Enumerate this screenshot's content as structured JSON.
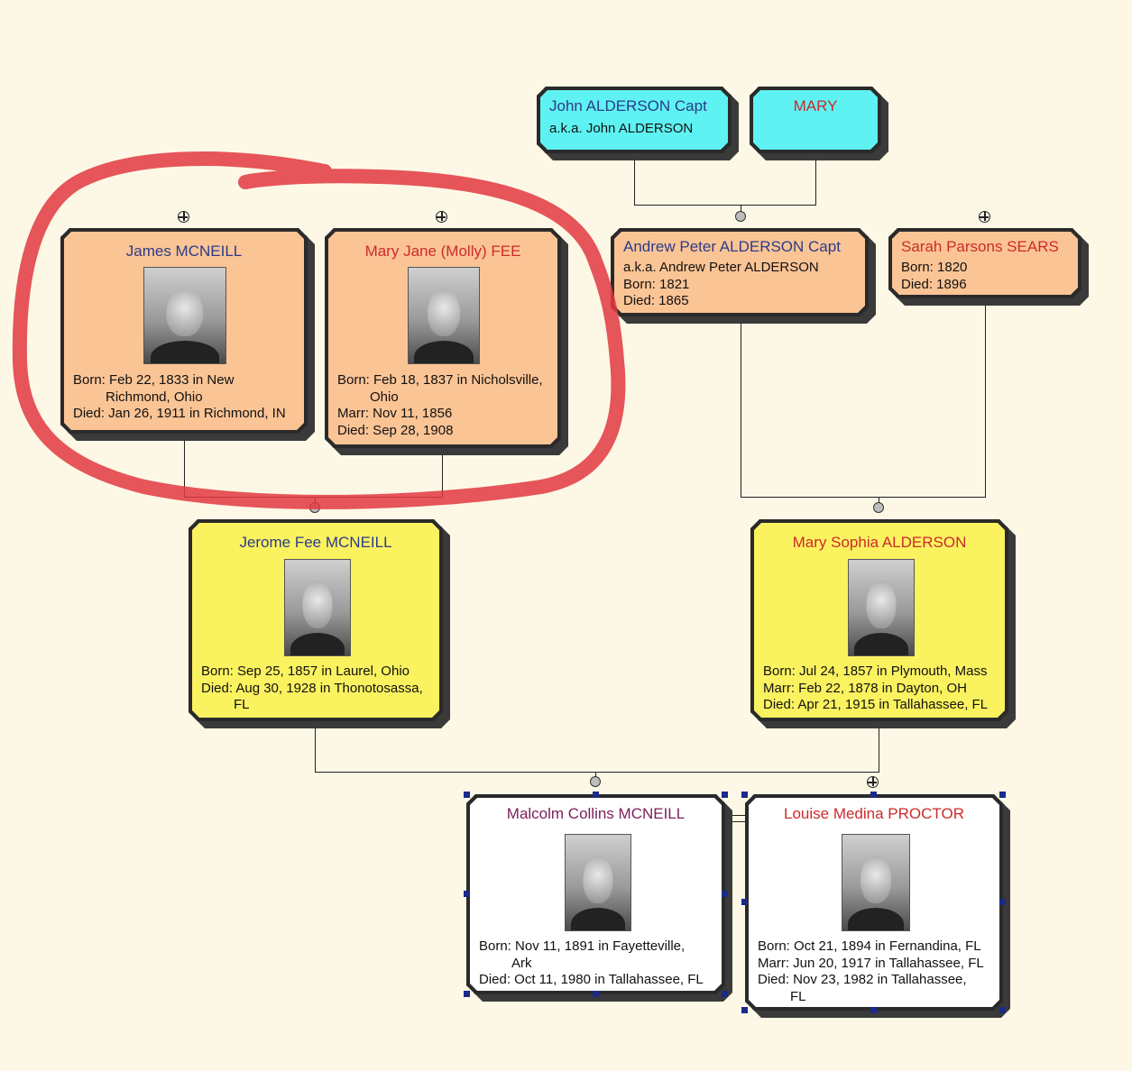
{
  "people": {
    "john": {
      "name": "John ALDERSON Capt",
      "aka": "a.k.a. John ALDERSON"
    },
    "mary": {
      "name": "MARY"
    },
    "james": {
      "name": "James MCNEILL",
      "born1": "Born: Feb 22, 1833 in New",
      "born2": "Richmond, Ohio",
      "died": "Died: Jan 26, 1911 in Richmond, IN"
    },
    "maryjane": {
      "name": "Mary Jane (Molly) FEE",
      "born1": "Born: Feb 18, 1837 in Nicholsville,",
      "born2": "Ohio",
      "marr": "Marr: Nov 11, 1856",
      "died": "Died: Sep 28, 1908"
    },
    "andrew": {
      "name": "Andrew Peter ALDERSON Capt",
      "aka": "a.k.a. Andrew Peter ALDERSON",
      "born": "Born: 1821",
      "died": "Died: 1865"
    },
    "sarah": {
      "name": "Sarah Parsons SEARS",
      "born": "Born: 1820",
      "died": "Died: 1896"
    },
    "jerome": {
      "name": "Jerome Fee MCNEILL",
      "born": "Born: Sep 25, 1857 in Laurel, Ohio",
      "died1": "Died: Aug 30, 1928 in Thonotosassa,",
      "died2": "FL"
    },
    "marysophia": {
      "name": "Mary Sophia ALDERSON",
      "born": "Born: Jul 24, 1857 in Plymouth, Mass",
      "marr": "Marr: Feb 22, 1878 in Dayton, OH",
      "died": "Died: Apr 21, 1915 in Tallahassee, FL"
    },
    "malcolm": {
      "name": "Malcolm Collins MCNEILL",
      "born1": "Born: Nov 11, 1891 in Fayetteville,",
      "born2": "Ark",
      "died": "Died: Oct 11, 1980 in Tallahassee, FL"
    },
    "louise": {
      "name": "Louise Medina PROCTOR",
      "born": "Born: Oct 21, 1894 in Fernandina, FL",
      "marr": "Marr: Jun 20, 1917 in Tallahassee, FL",
      "died1": "Died: Nov 23, 1982 in Tallahassee,",
      "died2": "FL"
    }
  },
  "colors": {
    "cyan_card": "#5ff2f2",
    "peach_card": "#fbc495",
    "yellow_card": "#fbf260",
    "white_card": "#ffffff",
    "male_name": "#2a3c88",
    "female_name": "#cc2b2b",
    "highlight_ink": "#e2383f"
  },
  "icons": {
    "expand": "plus-circle-icon",
    "joint": "connector-dot-icon",
    "selection": "selection-handle-icon"
  }
}
